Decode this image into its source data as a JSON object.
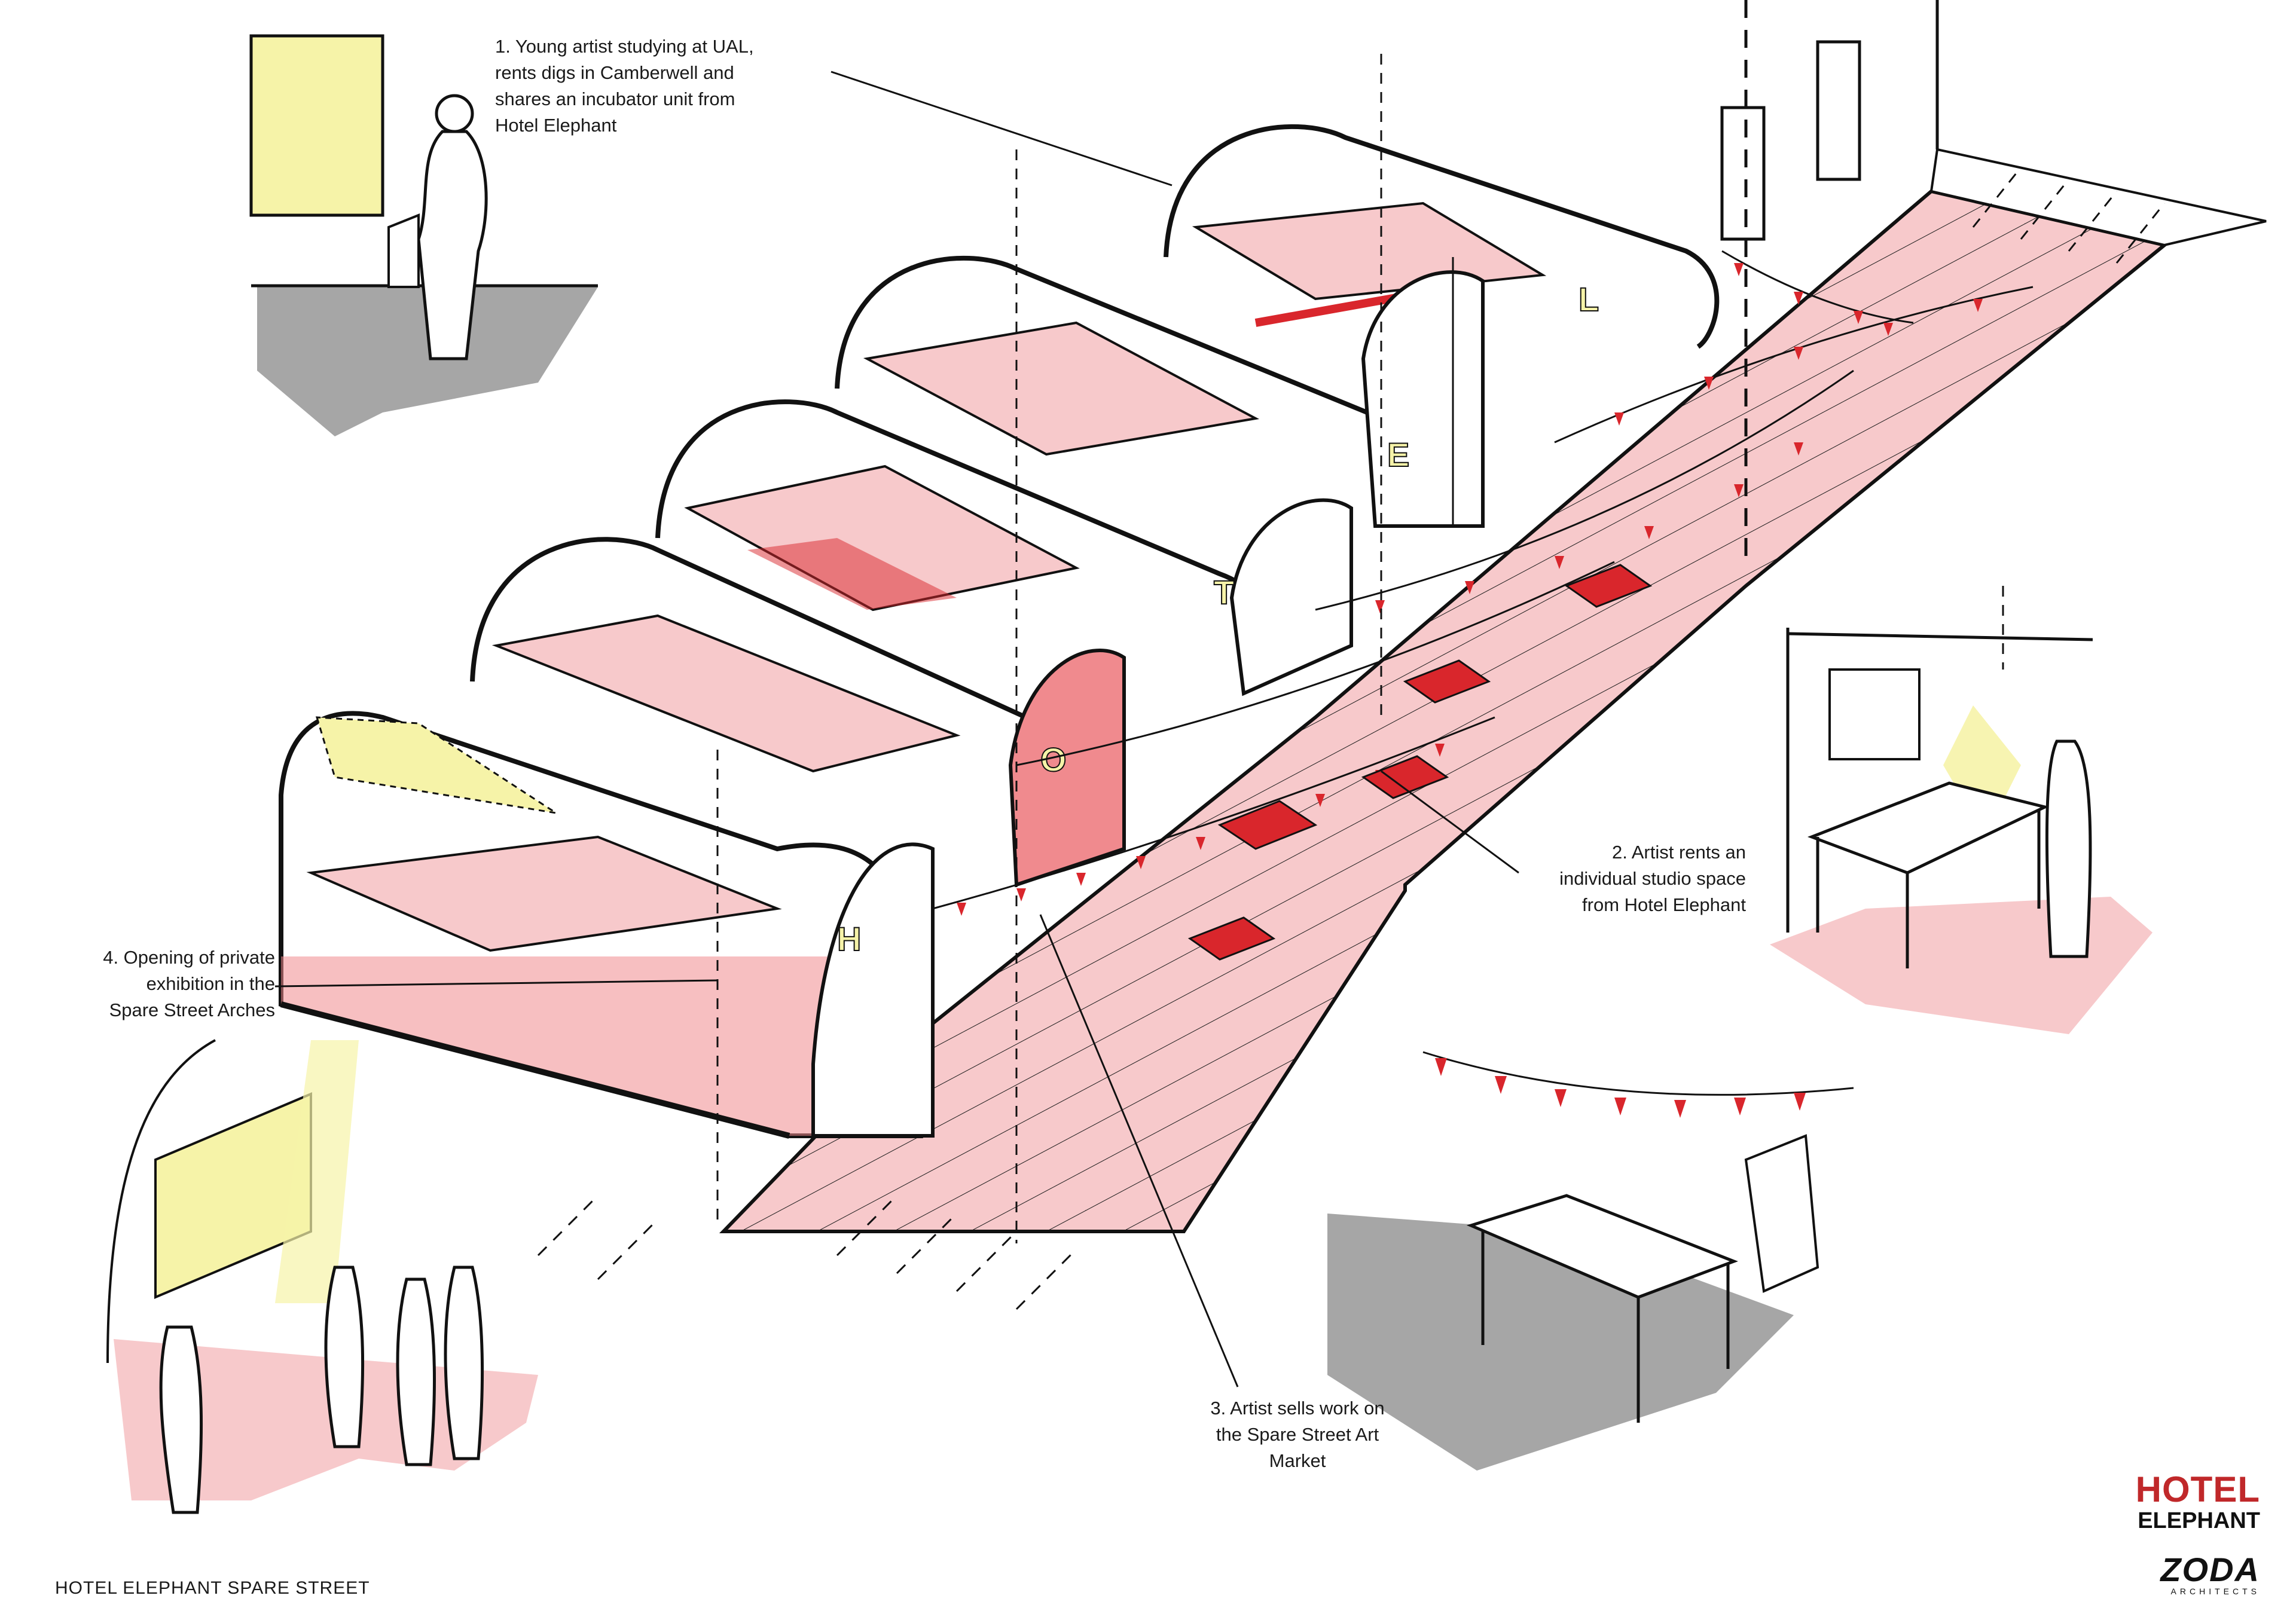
{
  "annotations": [
    {
      "id": "young-artist",
      "lines": [
        "1. Young artist studying at UAL,",
        "rents digs in Camberwell and",
        "shares an incubator unit from",
        "Hotel Elephant"
      ]
    },
    {
      "id": "studio-space",
      "lines": [
        "2. Artist rents an",
        "individual studio space",
        "from Hotel Elephant"
      ]
    },
    {
      "id": "art-market",
      "lines": [
        "3. Artist sells work on",
        "the Spare Street Art",
        "Market"
      ]
    },
    {
      "id": "private-exhibition",
      "lines": [
        "4. Opening of private",
        "exhibition in the",
        "Spare Street Arches"
      ]
    }
  ],
  "footer": {
    "caption": "HOTEL ELEPHANT  SPARE STREET"
  },
  "logos": {
    "hotel_elephant": {
      "line1": "HOTEL",
      "line2": "ELEPHANT"
    },
    "zoda": {
      "line1": "ZODA",
      "line2": "ARCHITECTS"
    }
  },
  "arch_letters": [
    "H",
    "O",
    "T",
    "E",
    "L"
  ],
  "colors": {
    "pink_light": "#f7c9cb",
    "pink_mid": "#f08a8e",
    "red": "#d9262c",
    "yellow": "#f6f3a8",
    "grey": "#a6a6a6",
    "ink": "#111111",
    "logo_red": "#c0282a"
  }
}
